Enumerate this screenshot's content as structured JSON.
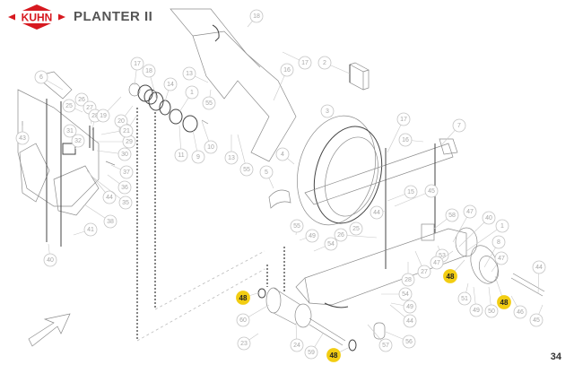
{
  "header": {
    "brand": "KUHN",
    "document_title": "PLANTER II",
    "brand_color": "#d71920"
  },
  "page": {
    "number": "34"
  },
  "diagram": {
    "title": "Exploded parts view",
    "highlight_color": "#f2cd12",
    "highlighted_part": "48",
    "callouts": [
      {
        "id": "c6",
        "label": "6"
      },
      {
        "id": "c43",
        "label": "43"
      },
      {
        "id": "c25a",
        "label": "25"
      },
      {
        "id": "c26a",
        "label": "26"
      },
      {
        "id": "c27a",
        "label": "27"
      },
      {
        "id": "c28a",
        "label": "28"
      },
      {
        "id": "c31",
        "label": "31"
      },
      {
        "id": "c32",
        "label": "32"
      },
      {
        "id": "c21a",
        "label": "21"
      },
      {
        "id": "c29",
        "label": "29"
      },
      {
        "id": "c30",
        "label": "30"
      },
      {
        "id": "c37",
        "label": "37"
      },
      {
        "id": "c36",
        "label": "36"
      },
      {
        "id": "c44a",
        "label": "44"
      },
      {
        "id": "c35",
        "label": "35"
      },
      {
        "id": "c38",
        "label": "38"
      },
      {
        "id": "c41",
        "label": "41"
      },
      {
        "id": "c40a",
        "label": "40"
      },
      {
        "id": "c17",
        "label": "17"
      },
      {
        "id": "c19",
        "label": "19"
      },
      {
        "id": "c20",
        "label": "20"
      },
      {
        "id": "c21b",
        "label": "21"
      },
      {
        "id": "c18a",
        "label": "18"
      },
      {
        "id": "c14",
        "label": "14"
      },
      {
        "id": "c1a",
        "label": "1"
      },
      {
        "id": "c13a",
        "label": "13"
      },
      {
        "id": "c55a",
        "label": "55"
      },
      {
        "id": "c11",
        "label": "11"
      },
      {
        "id": "c9",
        "label": "9"
      },
      {
        "id": "c10",
        "label": "10"
      },
      {
        "id": "c13b",
        "label": "13"
      },
      {
        "id": "c55b",
        "label": "55"
      },
      {
        "id": "c18b",
        "label": "18"
      },
      {
        "id": "c17b",
        "label": "17"
      },
      {
        "id": "c16a",
        "label": "16"
      },
      {
        "id": "c2",
        "label": "2"
      },
      {
        "id": "c3",
        "label": "3"
      },
      {
        "id": "c4",
        "label": "4"
      },
      {
        "id": "c5",
        "label": "5"
      },
      {
        "id": "c17c",
        "label": "17"
      },
      {
        "id": "c16b",
        "label": "16"
      },
      {
        "id": "c7",
        "label": "7"
      },
      {
        "id": "c15",
        "label": "15"
      },
      {
        "id": "c45a",
        "label": "45"
      },
      {
        "id": "c44b",
        "label": "44"
      },
      {
        "id": "c55c",
        "label": "55"
      },
      {
        "id": "c49a",
        "label": "49"
      },
      {
        "id": "c54a",
        "label": "54"
      },
      {
        "id": "c25b",
        "label": "25"
      },
      {
        "id": "c26b",
        "label": "26"
      },
      {
        "id": "c58",
        "label": "58"
      },
      {
        "id": "c27b",
        "label": "27"
      },
      {
        "id": "c28b",
        "label": "28"
      },
      {
        "id": "c54b",
        "label": "54"
      },
      {
        "id": "c49b",
        "label": "49"
      },
      {
        "id": "c44c",
        "label": "44"
      },
      {
        "id": "c56",
        "label": "56"
      },
      {
        "id": "c57",
        "label": "57"
      },
      {
        "id": "c60",
        "label": "60"
      },
      {
        "id": "c23",
        "label": "23"
      },
      {
        "id": "c24",
        "label": "24"
      },
      {
        "id": "c59",
        "label": "59"
      },
      {
        "id": "c53",
        "label": "53"
      },
      {
        "id": "c47a",
        "label": "47"
      },
      {
        "id": "c40b",
        "label": "40"
      },
      {
        "id": "c1b",
        "label": "1"
      },
      {
        "id": "c8",
        "label": "8"
      },
      {
        "id": "c47b",
        "label": "47"
      },
      {
        "id": "c44d",
        "label": "44"
      },
      {
        "id": "c47c",
        "label": "47"
      },
      {
        "id": "c51",
        "label": "51"
      },
      {
        "id": "c49c",
        "label": "49"
      },
      {
        "id": "c50",
        "label": "50"
      },
      {
        "id": "c46",
        "label": "46"
      },
      {
        "id": "c45b",
        "label": "45"
      },
      {
        "id": "h48a",
        "label": "48"
      },
      {
        "id": "h48b",
        "label": "48"
      },
      {
        "id": "h48c",
        "label": "48"
      },
      {
        "id": "h48d",
        "label": "48"
      }
    ]
  }
}
